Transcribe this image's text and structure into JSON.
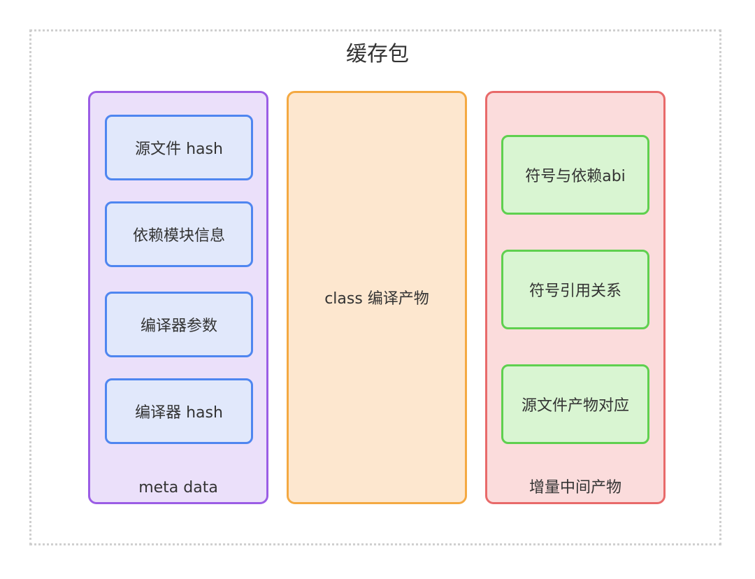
{
  "container": {
    "title": "缓存包"
  },
  "columns": {
    "meta": {
      "label": "meta data",
      "items": [
        "源文件 hash",
        "依赖模块信息",
        "编译器参数",
        "编译器 hash"
      ]
    },
    "class": {
      "label": "class 编译产物"
    },
    "incremental": {
      "label": "增量中间产物",
      "items": [
        "符号与依赖abi",
        "符号引用关系",
        "源文件产物对应"
      ]
    }
  },
  "colors": {
    "outer_border": "#cfcfcf",
    "meta_fill": "#ebe0fa",
    "meta_border": "#9b5de5",
    "class_fill": "#fde7cf",
    "class_border": "#f4a942",
    "incremental_fill": "#fbdcdc",
    "incremental_border": "#e86a6a",
    "blue_box_fill": "#e1e8fb",
    "blue_box_border": "#4f86f0",
    "green_box_fill": "#d9f5d2",
    "green_box_border": "#5fd04f"
  }
}
